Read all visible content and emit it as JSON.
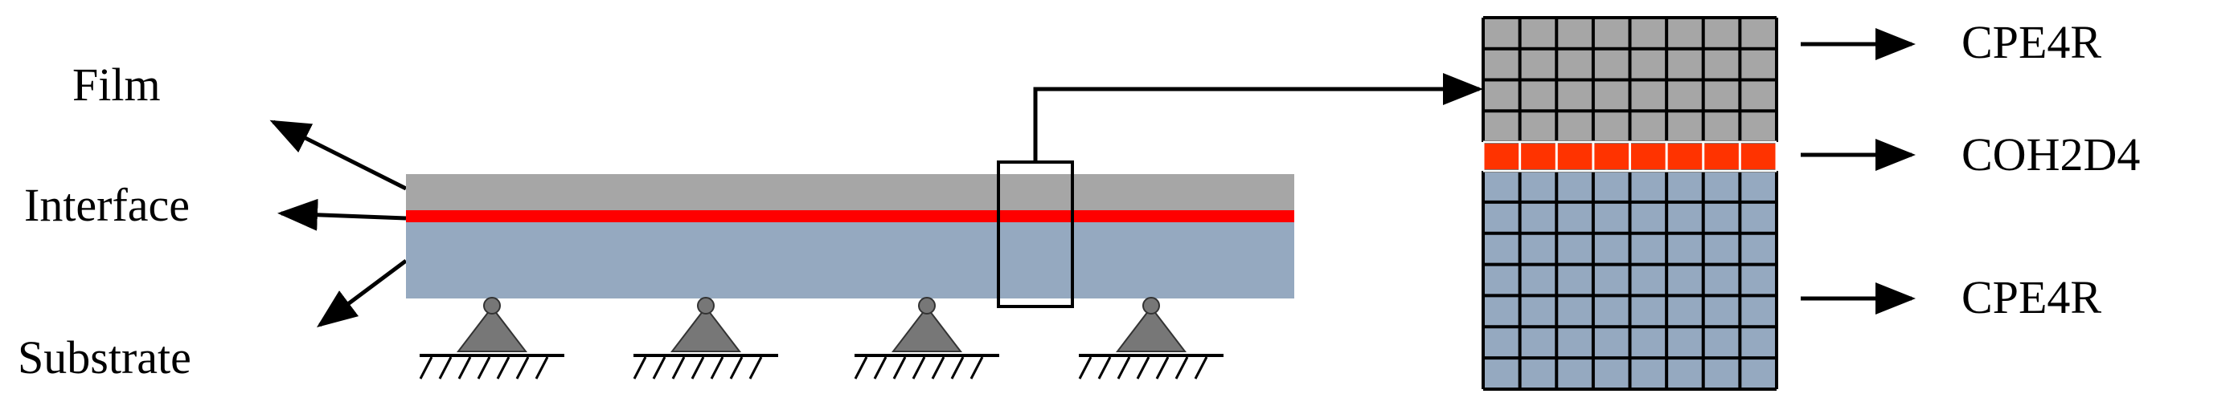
{
  "labels": {
    "film": "Film",
    "interface": "Interface",
    "substrate": "Substrate",
    "top_element": "CPE4R",
    "middle_element": "COH2D4",
    "bottom_element": "CPE4R"
  },
  "colors": {
    "film": "#a6a6a6",
    "interface": "#ff0000",
    "interface_mesh": "#ff3300",
    "substrate": "#95a9c0",
    "support": "#777777",
    "line": "#000000"
  },
  "mesh": {
    "columns": 8,
    "film_rows": 4,
    "interface_rows": 1,
    "substrate_rows": 7
  },
  "supports": {
    "count": 4
  }
}
